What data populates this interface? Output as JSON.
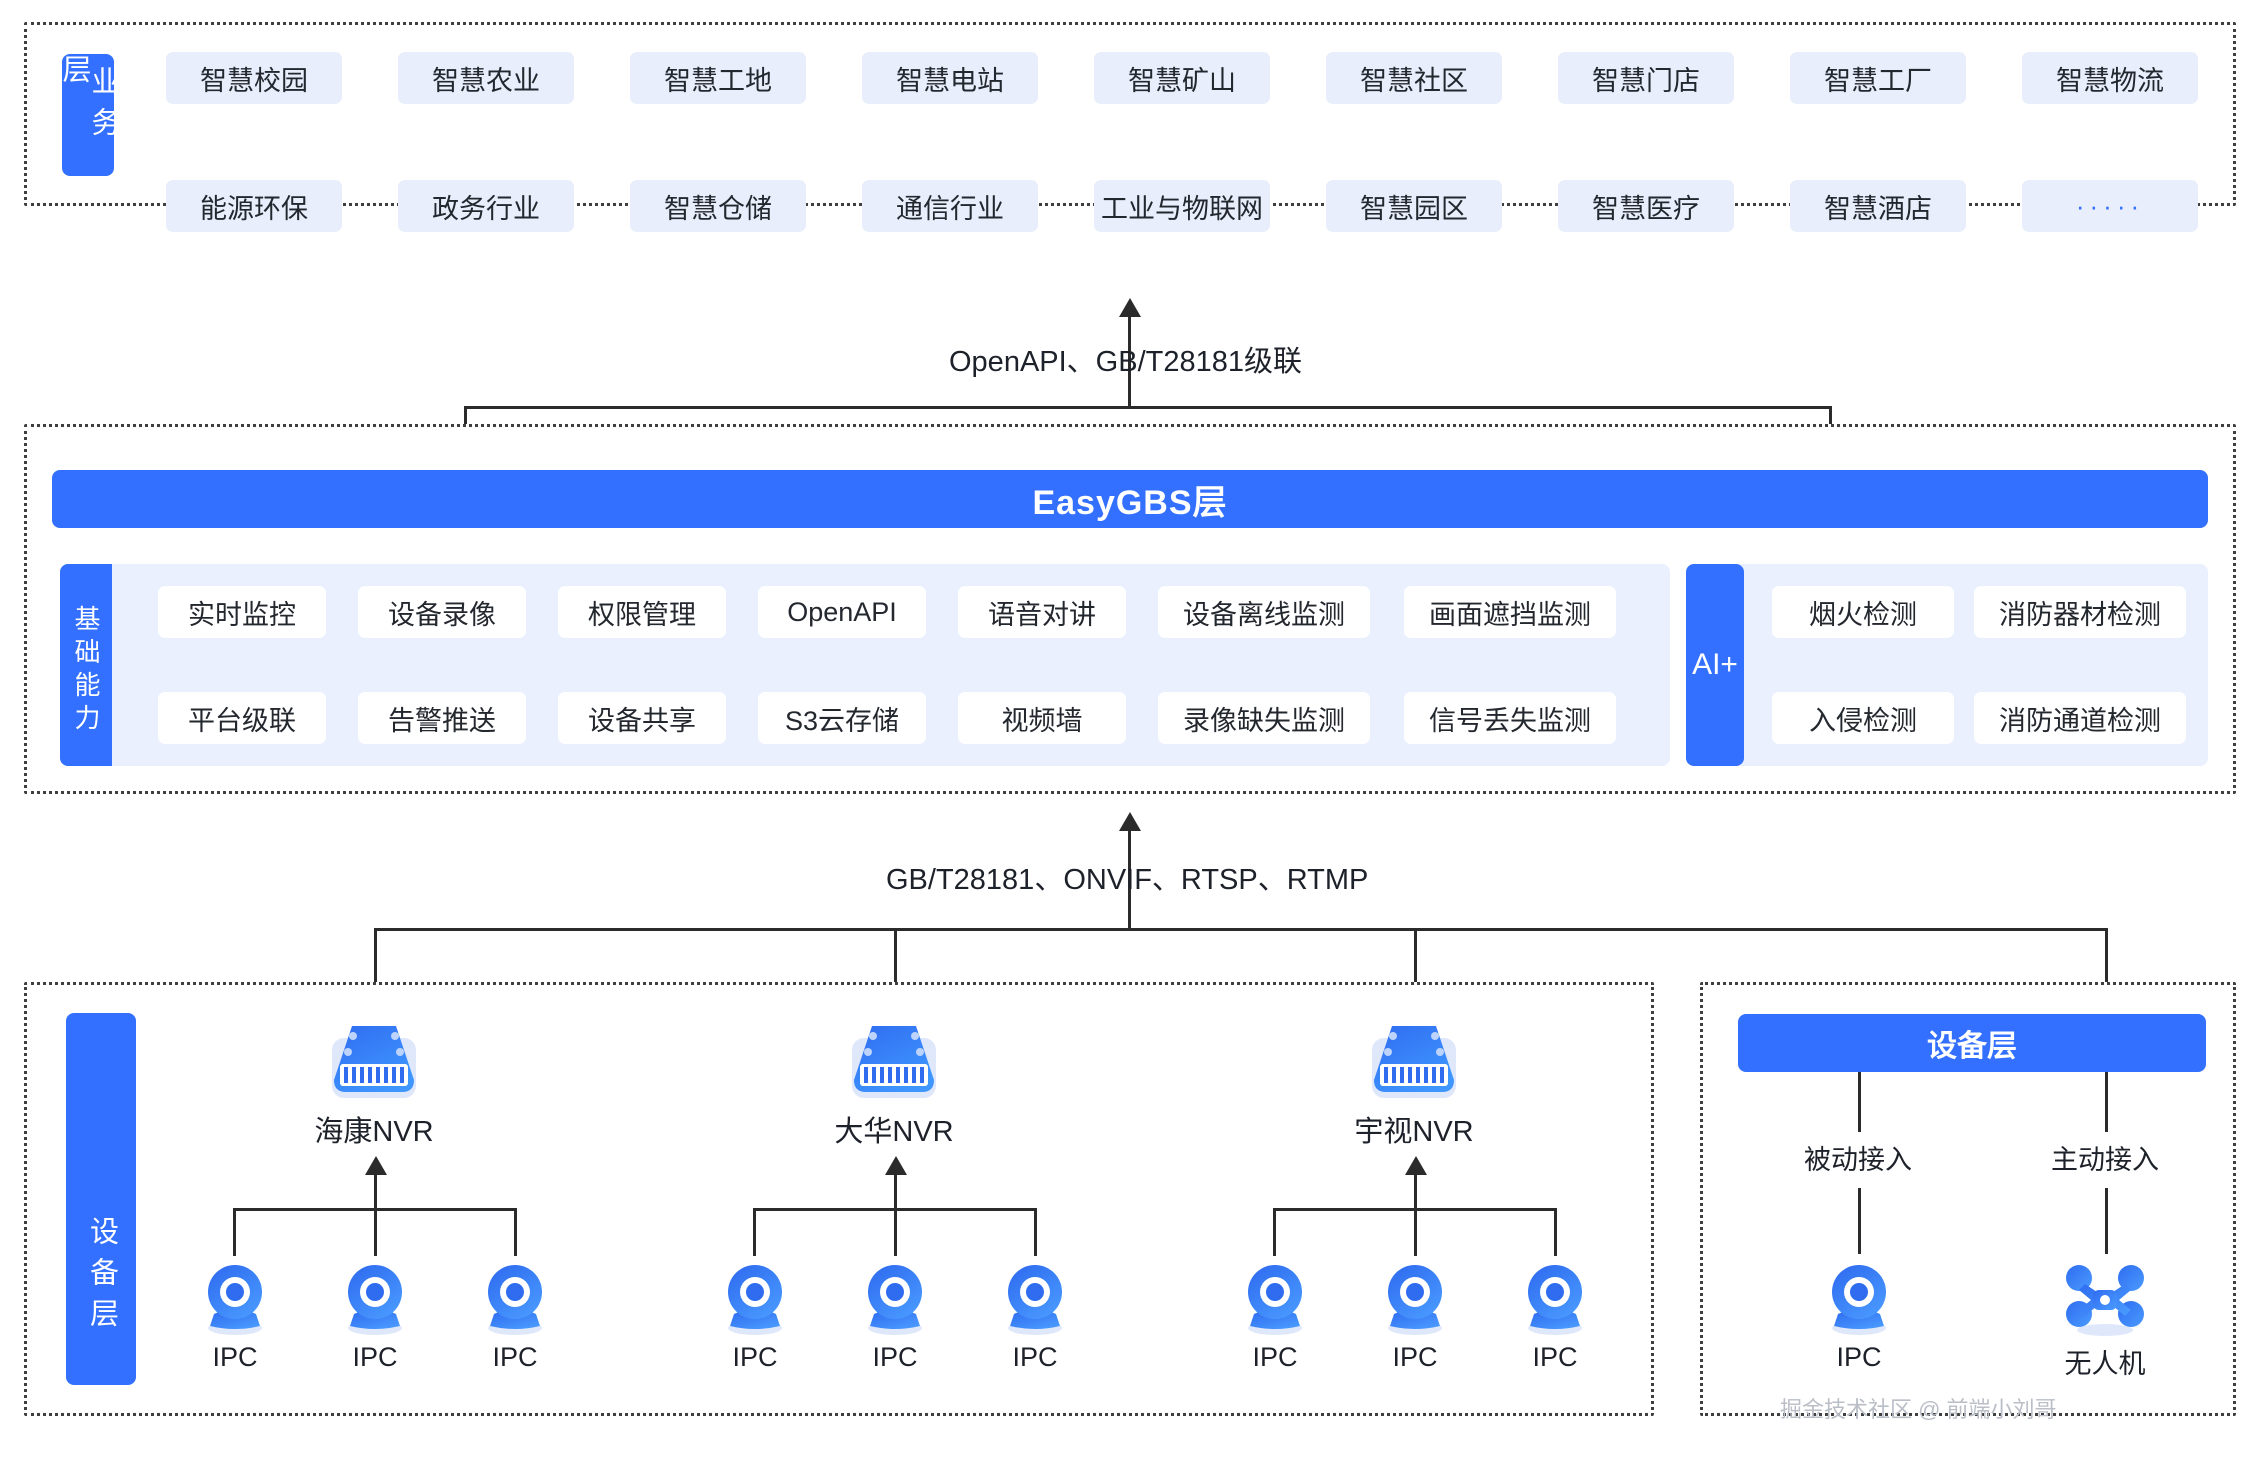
{
  "business_layer": {
    "side_label": "业务层",
    "row1": [
      "智慧校园",
      "智慧农业",
      "智慧工地",
      "智慧电站",
      "智慧矿山",
      "智慧社区",
      "智慧门店",
      "智慧工厂",
      "智慧物流"
    ],
    "row2": [
      "能源环保",
      "政务行业",
      "智慧仓储",
      "通信行业",
      "工业与物联网",
      "智慧园区",
      "智慧医疗",
      "智慧酒店",
      "·····"
    ]
  },
  "connector_top": {
    "label": "OpenAPI、GB/T28181级联"
  },
  "platform": {
    "title": "EasyGBS层",
    "capability_side_label": "基础能力",
    "capability_row1": [
      "实时监控",
      "设备录像",
      "权限管理",
      "OpenAPI",
      "语音对讲",
      "设备离线监测",
      "画面遮挡监测"
    ],
    "capability_row2": [
      "平台级联",
      "告警推送",
      "设备共享",
      "S3云存储",
      "视频墙",
      "录像缺失监测",
      "信号丢失监测"
    ],
    "ai_label": "AI+",
    "ai_row1": [
      "烟火检测",
      "消防器材检测"
    ],
    "ai_row2": [
      "入侵检测",
      "消防通道检测"
    ]
  },
  "connector_bottom": {
    "label": "GB/T28181、ONVIF、RTSP、RTMP"
  },
  "device_layer_left": {
    "side_label": "设备层",
    "groups": [
      {
        "nvr": "海康NVR",
        "icon": "nvr-icon",
        "cameras": [
          "IPC",
          "IPC",
          "IPC"
        ]
      },
      {
        "nvr": "大华NVR",
        "icon": "nvr-icon",
        "cameras": [
          "IPC",
          "IPC",
          "IPC"
        ]
      },
      {
        "nvr": "宇视NVR",
        "icon": "nvr-icon",
        "cameras": [
          "IPC",
          "IPC",
          "IPC"
        ]
      }
    ]
  },
  "device_layer_right": {
    "title": "设备层",
    "branches": [
      {
        "mode": "被动接入",
        "device": "IPC",
        "icon": "camera-icon"
      },
      {
        "mode": "主动接入",
        "device": "无人机",
        "icon": "drone-icon"
      }
    ]
  },
  "watermark": {
    "text": "掘金技术社区 @ 前端小刘哥"
  },
  "colors": {
    "brand_blue": "#3370ff",
    "pill_blue": "#e8eefc",
    "panel_blue": "#eaf0fd",
    "line": "#2b2b2b"
  }
}
